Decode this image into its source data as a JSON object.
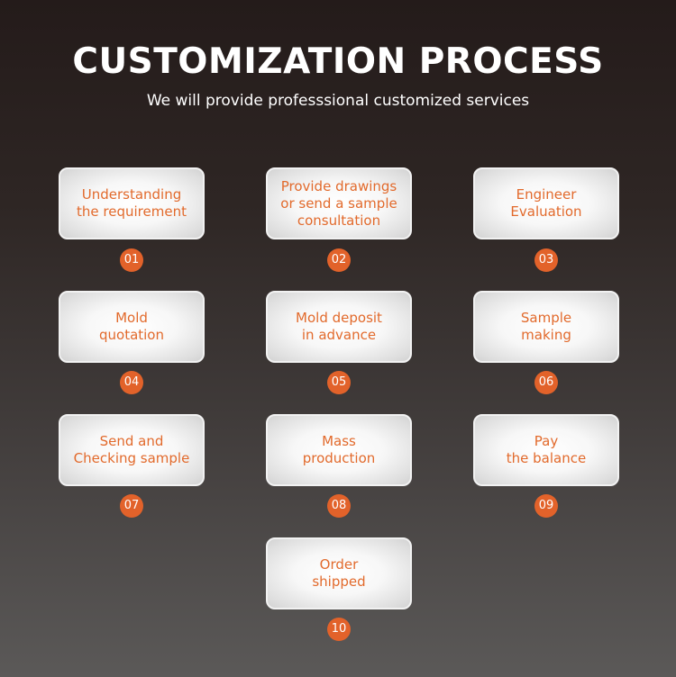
{
  "header": {
    "title": "CUSTOMIZATION PROCESS",
    "subtitle": "We will provide professsional customized services"
  },
  "colors": {
    "accent": "#e26a2c",
    "badge": "#e2622a",
    "card_border": "#f2f2f2"
  },
  "steps": [
    {
      "number": "01",
      "text": "Understanding\nthe requirement"
    },
    {
      "number": "02",
      "text": "Provide drawings\nor send a sample\nconsultation"
    },
    {
      "number": "03",
      "text": "Engineer\nEvaluation"
    },
    {
      "number": "04",
      "text": "Mold\nquotation"
    },
    {
      "number": "05",
      "text": "Mold deposit\nin advance"
    },
    {
      "number": "06",
      "text": "Sample\nmaking"
    },
    {
      "number": "07",
      "text": "Send and\nChecking sample"
    },
    {
      "number": "08",
      "text": "Mass\nproduction"
    },
    {
      "number": "09",
      "text": "Pay\nthe balance"
    },
    {
      "number": "10",
      "text": "Order\nshipped"
    }
  ]
}
